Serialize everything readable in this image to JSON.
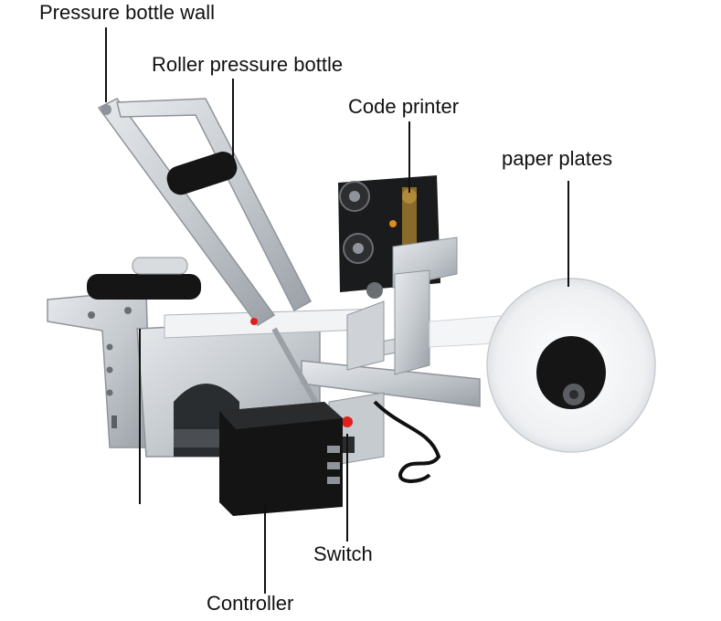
{
  "labels": {
    "pressure_bottle_wall": "Pressure bottle wall",
    "roller_pressure_bottle": "Roller pressure bottle",
    "code_printer": "Code printer",
    "paper_plates": "paper plates",
    "switch": "Switch",
    "controller": "Controller"
  },
  "colors": {
    "line": "#111111",
    "metal": "#c9cdd1",
    "metal_dark": "#8e949a",
    "roller": "#151515",
    "paper": "#f4f5f6",
    "controller": "#141414",
    "led": "#e0201e"
  }
}
